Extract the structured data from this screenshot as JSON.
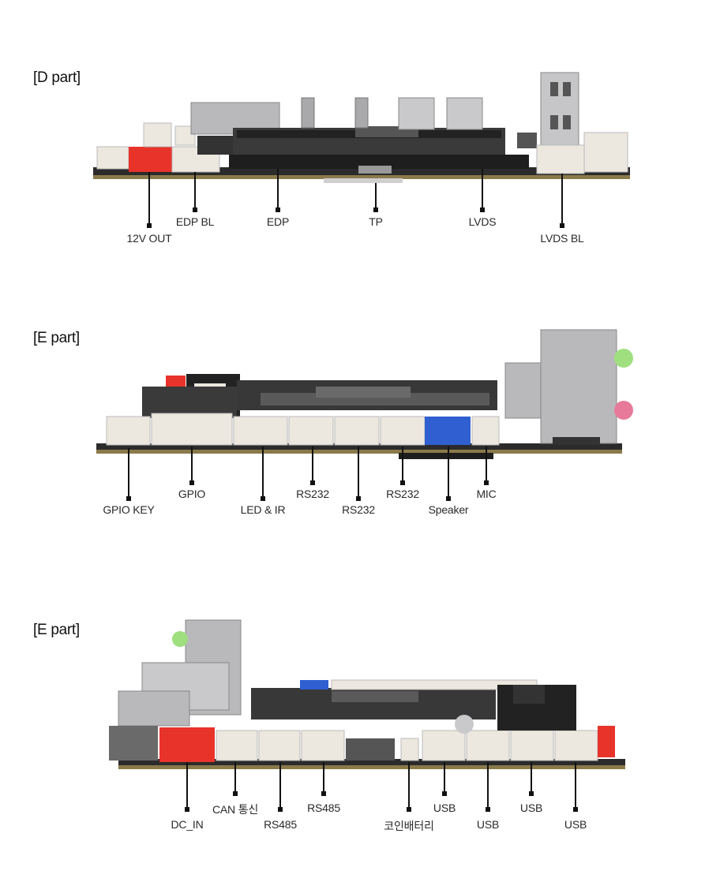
{
  "sections": [
    {
      "title": "[D part]",
      "labels": [
        {
          "text": "12V OUT"
        },
        {
          "text": "EDP BL"
        },
        {
          "text": "EDP"
        },
        {
          "text": "TP"
        },
        {
          "text": "LVDS"
        },
        {
          "text": "LVDS BL"
        }
      ]
    },
    {
      "title": "[E part]",
      "labels": [
        {
          "text": "GPIO KEY"
        },
        {
          "text": "GPIO"
        },
        {
          "text": "LED & IR"
        },
        {
          "text": "RS232"
        },
        {
          "text": "RS232"
        },
        {
          "text": "RS232"
        },
        {
          "text": "Speaker"
        },
        {
          "text": "MIC"
        }
      ]
    },
    {
      "title": "[E part]",
      "labels": [
        {
          "text": "DC_IN"
        },
        {
          "text": "CAN 통신"
        },
        {
          "text": "RS485"
        },
        {
          "text": "RS485"
        },
        {
          "text": "코인배터리"
        },
        {
          "text": "USB"
        },
        {
          "text": "USB"
        },
        {
          "text": "USB"
        },
        {
          "text": "USB"
        }
      ]
    }
  ],
  "colors": {
    "pcb": "#2b2b2b",
    "pcb_edge": "#8a7a4a",
    "connector": "#ece7df",
    "connector_red": "#e8332b",
    "connector_blue": "#2f5fd0",
    "metal": "#b9b9bb",
    "leader": "#111111"
  }
}
